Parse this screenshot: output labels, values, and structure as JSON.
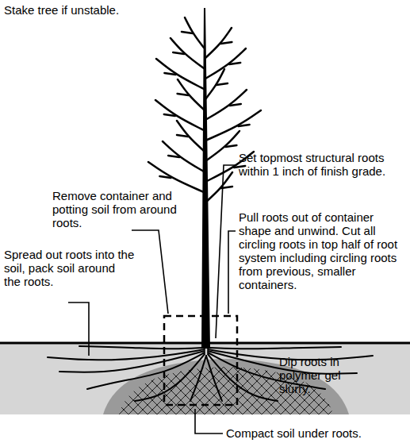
{
  "diagram": {
    "labels": [
      "Stake tree if unstable.",
      "Set topmost structural roots within 1 inch of finish grade.",
      "Remove container and potting soil from around roots.",
      "Pull roots out of container shape and unwind. Cut all circling roots in top half of root system including circling roots from previous, smaller containers.",
      "Spread out roots into the soil, pack soil around the roots.",
      "Dip roots in polymer gel slurry.",
      "Compact soil under roots."
    ]
  }
}
